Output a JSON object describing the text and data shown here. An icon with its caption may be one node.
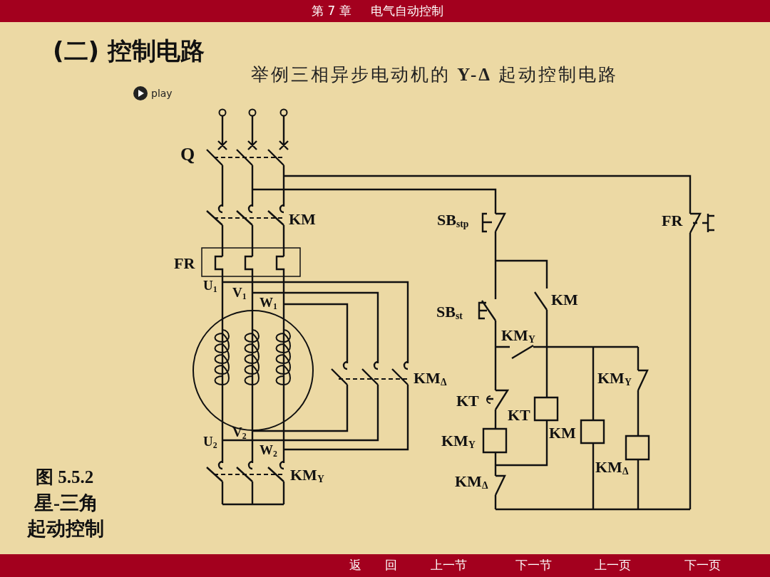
{
  "diagram": {
    "title": "(二) 控制电路",
    "labels": [
      "第 7 章",
      "电气自动控制",
      "举例三相异步电动机的 **Y-Δ** 起动控制电路",
      "play",
      "Q",
      "KM",
      "SB$_{stp}$",
      "FR",
      "FR",
      "U$_{1}$",
      "V$_{1}$",
      "W$_{1}$",
      "SB$_{st}$",
      "KM",
      "KM$_{Y}$",
      "KM$_{Δ}$",
      "KM$_{Y}$",
      "KT",
      "KT",
      "KM$_{Y}$",
      "KM",
      "U$_{2}$",
      "V$_{2}$",
      "W$_{2}$",
      "KM$_{Δ}$",
      "图 5.5.2",
      "KM$_{Y}$",
      "KM$_{Δ}$",
      "星-三角",
      "起动控制",
      "返",
      "回",
      "上一节",
      "下一节",
      "上一页",
      "下一页"
    ]
  }
}
